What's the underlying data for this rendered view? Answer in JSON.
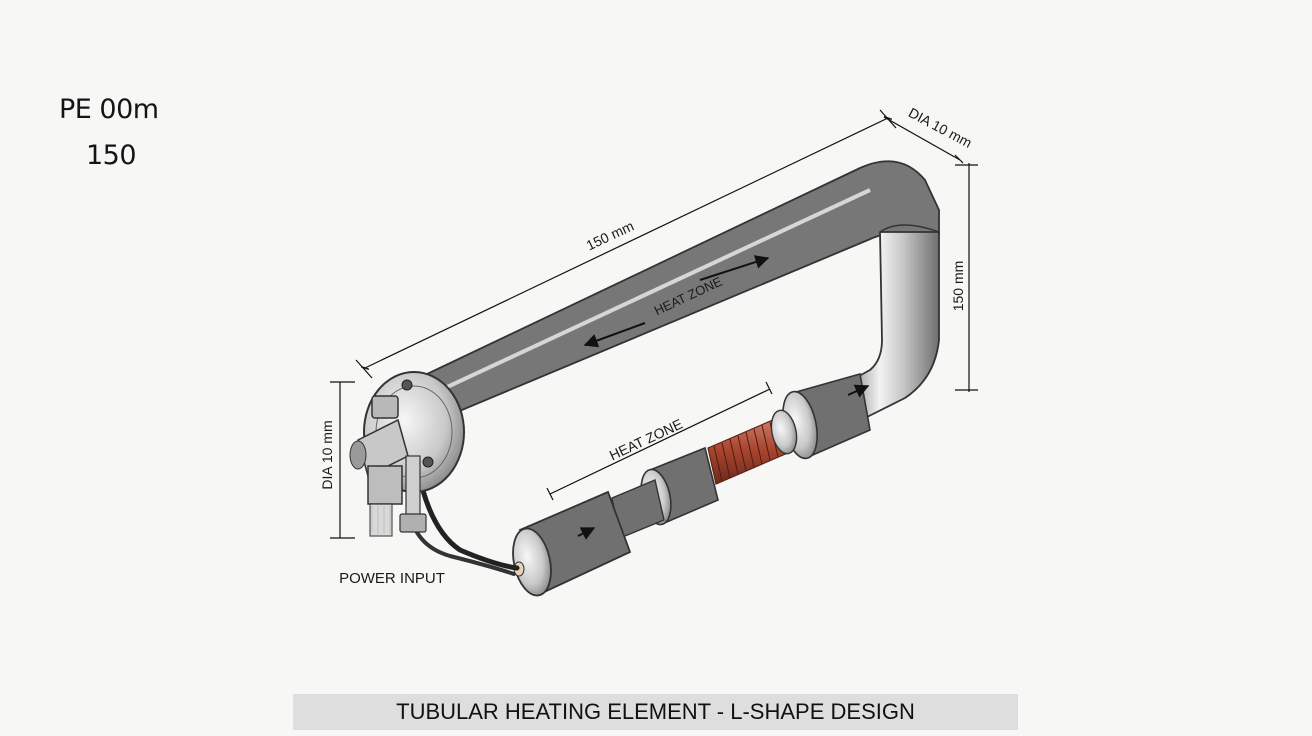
{
  "corner_labels": [
    "PE 00m",
    "150"
  ],
  "dimensions": {
    "top_length": "150 mm",
    "top_diameter": "DIA 10 mm",
    "side_length": "150 mm",
    "left_diameter": "DIA 10 mm"
  },
  "annotations": {
    "heat_zone_upper": "HEAT ZONE",
    "heat_zone_lower": "HEAT ZONE",
    "power_input": "POWER INPUT"
  },
  "caption": "TUBULAR HEATING ELEMENT - L-SHAPE DESIGN",
  "colors": {
    "background": "#f7f7f6",
    "metal_light": "#f2f2f2",
    "metal_mid": "#c4c4c4",
    "metal_dark": "#7d7d7d",
    "coil": "#a9452e",
    "caption_bar": "#dedede"
  }
}
